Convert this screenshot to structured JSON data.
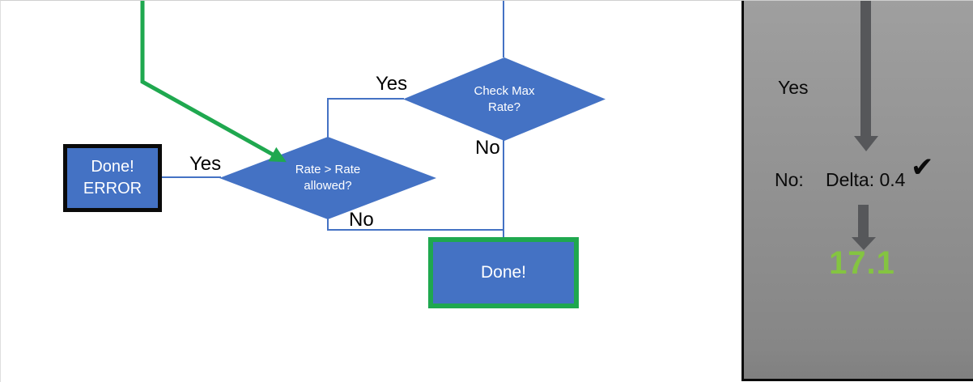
{
  "colors": {
    "shape-blue": "#4472C4",
    "connector-blue": "#4472C4",
    "green": "#1FA84F",
    "result-green": "#84C441",
    "arrow-gray": "#56575A",
    "panel-gray-top": "#9F9F9F",
    "panel-gray-bottom": "#868686",
    "border-black": "#0A0A0A"
  },
  "flowchart": {
    "decision_check_max": {
      "line1": "Check Max",
      "line2": "Rate?",
      "yes": "Yes",
      "no": "No"
    },
    "decision_rate": {
      "line1": "Rate > Rate",
      "line2": "allowed?",
      "yes": "Yes",
      "no": "No"
    },
    "terminal_error": {
      "line1": "Done!",
      "line2": "ERROR"
    },
    "terminal_done": {
      "label": "Done!"
    }
  },
  "side_panel": {
    "yes_label": "Yes",
    "no_label": "No:",
    "delta_text": "Delta: 0.4",
    "check_glyph": "✔",
    "result_value": "17.1"
  }
}
